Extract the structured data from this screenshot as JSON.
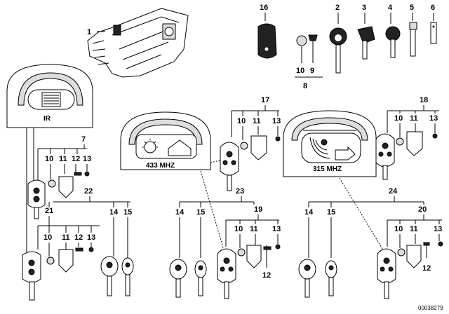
{
  "labels": {
    "n1": "1",
    "n2": "2",
    "n3": "3",
    "n4": "4",
    "n5": "5",
    "n6": "6",
    "n16": "16",
    "n10top": "10",
    "n9top": "9",
    "n8": "8",
    "n7": "7",
    "n17": "17",
    "n18": "18",
    "g7": [
      "10",
      "11",
      "12",
      "13"
    ],
    "g17": [
      "10",
      "11",
      "13"
    ],
    "g18": [
      "10",
      "11",
      "13"
    ],
    "n22": "22",
    "n21": "21",
    "n14a": "14",
    "n15a": "15",
    "g21": [
      "10",
      "11",
      "12",
      "13"
    ],
    "n23": "23",
    "n19": "19",
    "n14b": "14",
    "n15b": "15",
    "g19": [
      "10",
      "11",
      "13"
    ],
    "n12b": "12",
    "n24": "24",
    "n20": "20",
    "n14c": "14",
    "n15c": "15",
    "g20": [
      "10",
      "11",
      "13"
    ],
    "n12c": "12"
  },
  "remote_panels": {
    "ir": "IR",
    "mhz433": "433 MHZ",
    "mhz315": "315 MHZ"
  },
  "diagram_id": "00038279"
}
